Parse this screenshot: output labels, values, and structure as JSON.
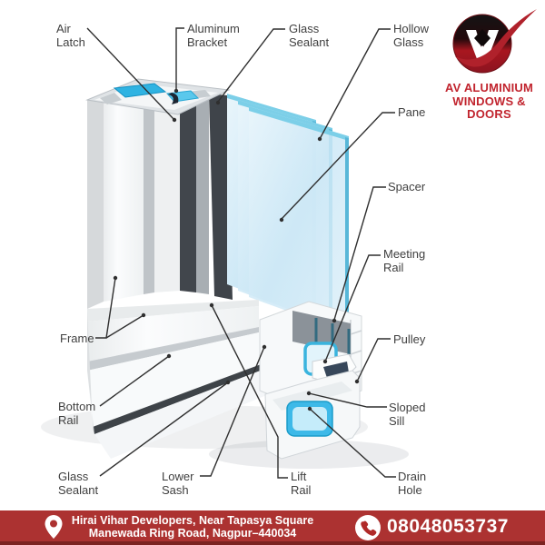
{
  "logo": {
    "line1": "AV ALUMINIUM",
    "line2": "WINDOWS & DOORS",
    "accent_color": "#c1242e",
    "mark": "av-monogram-circle-with-red-swoosh"
  },
  "diagram": {
    "type": "labeled-illustration",
    "subject": "Aluminium sliding window cross-section",
    "label_color": "#404040",
    "glass_color": "#cde8f6",
    "insert_color": "#2fb3e2",
    "sealant_color": "#3e4348",
    "labels": {
      "air_latch": {
        "line1": "Air",
        "line2": "Latch"
      },
      "aluminum_bracket": {
        "line1": "Aluminum",
        "line2": "Bracket"
      },
      "glass_sealant_top": {
        "line1": "Glass",
        "line2": "Sealant"
      },
      "hollow_glass": {
        "line1": "Hollow",
        "line2": "Glass"
      },
      "pane": {
        "line1": "Pane",
        "line2": ""
      },
      "spacer": {
        "line1": "Spacer",
        "line2": ""
      },
      "meeting_rail": {
        "line1": "Meeting",
        "line2": "Rail"
      },
      "pulley": {
        "line1": "Pulley",
        "line2": ""
      },
      "sloped_sill": {
        "line1": "Sloped",
        "line2": "Sill"
      },
      "drain_hole": {
        "line1": "Drain",
        "line2": "Hole"
      },
      "frame": {
        "line1": "Frame",
        "line2": ""
      },
      "bottom_rail": {
        "line1": "Bottom",
        "line2": "Rail"
      },
      "glass_sealant_bottom": {
        "line1": "Glass",
        "line2": "Sealant"
      },
      "lower_sash": {
        "line1": "Lower",
        "line2": "Sash"
      },
      "lift_rail": {
        "line1": "Lift",
        "line2": "Rail"
      }
    }
  },
  "footer": {
    "background_color": "#ac3231",
    "address_line1": "Hirai Vihar Developers, Near Tapasya Square",
    "address_line2": "Manewada Ring Road, Nagpur–440034",
    "phone": "08048053737",
    "icons": [
      "location-pin-icon",
      "phone-icon"
    ]
  }
}
